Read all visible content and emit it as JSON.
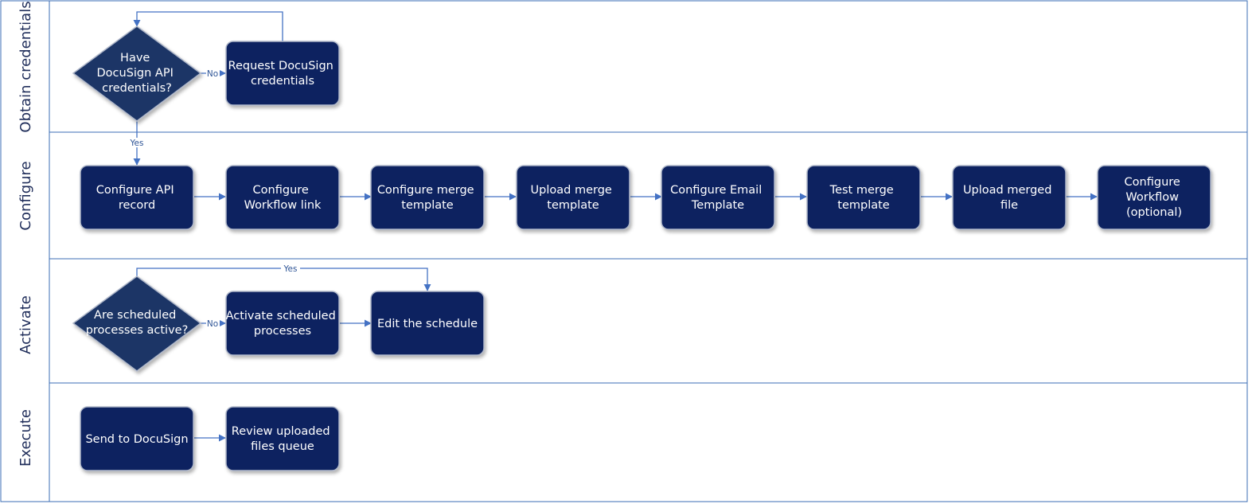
{
  "colors": {
    "node_fill": "#0f2360",
    "decision_fill": "#1b3566",
    "connector": "#4472c4",
    "lane_border": "#3b6db5",
    "text": "#ffffff"
  },
  "lanes": [
    {
      "label": "Obtain credentials"
    },
    {
      "label": "Configure"
    },
    {
      "label": "Activate"
    },
    {
      "label": "Execute"
    }
  ],
  "nodes": {
    "have_credentials": [
      "Have",
      "DocuSign API",
      "credentials?"
    ],
    "request_credentials": [
      "Request DocuSign",
      "credentials"
    ],
    "configure_api_record": [
      "Configure API",
      "record"
    ],
    "configure_workflow_link": [
      "Configure",
      "Workflow link"
    ],
    "configure_merge_template": [
      "Configure merge",
      "template"
    ],
    "upload_merge_template": [
      "Upload merge",
      "template"
    ],
    "configure_email_template": [
      "Configure Email",
      "Template"
    ],
    "test_merge_template": [
      "Test merge",
      "template"
    ],
    "upload_merged_file": [
      "Upload merged",
      "file"
    ],
    "configure_workflow_optional": [
      "Configure",
      "Workflow",
      "(optional)"
    ],
    "scheduled_active": [
      "Are scheduled",
      "processes active?"
    ],
    "activate_scheduled": [
      "Activate scheduled",
      "processes"
    ],
    "edit_schedule": [
      "Edit the schedule"
    ],
    "send_to_docusign": [
      "Send to DocuSign"
    ],
    "review_uploaded": [
      "Review uploaded",
      "files queue"
    ]
  },
  "edge_labels": {
    "credentials_no": "No",
    "credentials_yes": "Yes",
    "scheduled_no": "No",
    "scheduled_yes": "Yes"
  }
}
